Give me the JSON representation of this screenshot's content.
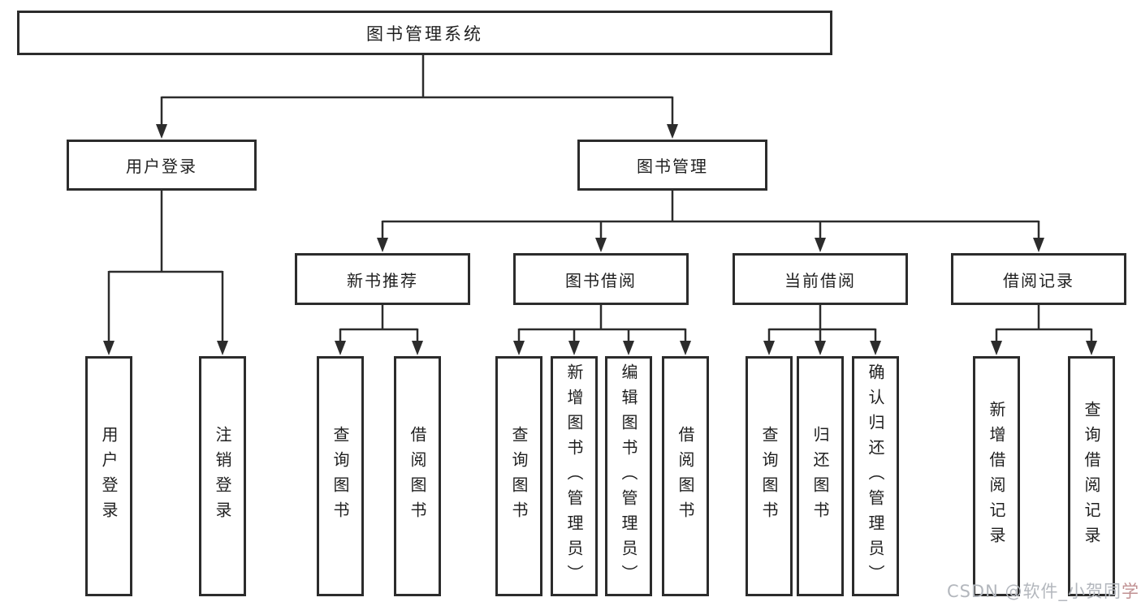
{
  "tree": {
    "root": "图书管理系统",
    "children": [
      {
        "label": "用户登录",
        "children": [
          {
            "label": "用户登录"
          },
          {
            "label": "注销登录"
          }
        ]
      },
      {
        "label": "图书管理",
        "children": [
          {
            "label": "新书推荐",
            "children": [
              {
                "label": "查询图书"
              },
              {
                "label": "借阅图书"
              }
            ]
          },
          {
            "label": "图书借阅",
            "children": [
              {
                "label": "查询图书"
              },
              {
                "label": "新增图书（管理员）"
              },
              {
                "label": "编辑图书（管理员）"
              },
              {
                "label": "借阅图书"
              }
            ]
          },
          {
            "label": "当前借阅",
            "children": [
              {
                "label": "查询图书"
              },
              {
                "label": "归还图书"
              },
              {
                "label": "确认归还（管理员）"
              }
            ]
          },
          {
            "label": "借阅记录",
            "children": [
              {
                "label": "新增借阅记录"
              },
              {
                "label": "查询借阅记录"
              }
            ]
          }
        ]
      }
    ]
  },
  "watermark": {
    "text": "CSDN @软件_小贺同",
    "accent": "学"
  },
  "colors": {
    "line": "#2c2c2c",
    "box_border": "#2c2c2c",
    "text": "#1f1f1f",
    "background": "#ffffff",
    "watermark": "#b3b7bd",
    "watermark_accent": "#c09092"
  }
}
